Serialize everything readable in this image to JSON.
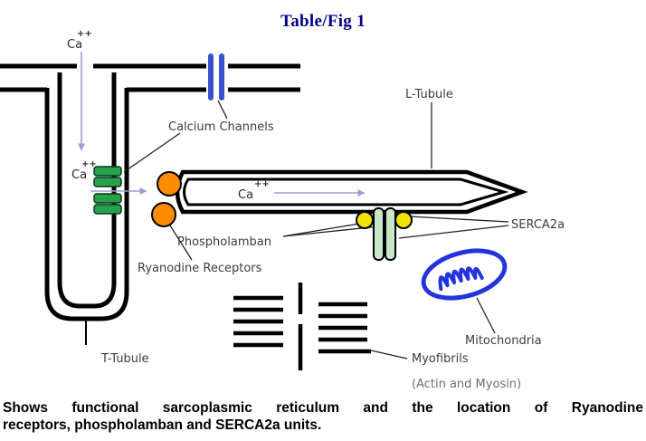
{
  "title": "Table/Fig 1",
  "labels": {
    "ca": {
      "base": "Ca",
      "sup": "++"
    },
    "calcium_channels": "Calcium Channels",
    "l_tubule": "L-Tubule",
    "serca2a": "SERCA2a",
    "phospholamban": "Phospholamban",
    "ryanodine_receptors": "Ryanodine Receptors",
    "mitochondria": "Mitochondria",
    "myofibrils": "Myofibrils",
    "actin_and_myosin": "(Actin and Myosin)",
    "t_tubule": "T-Tubule"
  },
  "caption": {
    "line1": "Shows functional sarcoplasmic reticulum and the location of Ryanodine",
    "line2": "receptors, phospholamban and SERCA2a units."
  },
  "colors": {
    "title_text": "#00008B",
    "label_text": "#3C3C3C",
    "membrane_black": "#000000",
    "calcium_channel_blue": "#3A50CC",
    "dhpr_channel_green": "#27A24B",
    "ryanodine_orange": "#FF8C00",
    "phospholamban_yellow": "#EFE400",
    "serca2a_green": "#C9E7C9",
    "mitochondria_blue": "#2333DD",
    "ca_arrow_lavender": "#98A0D4"
  }
}
